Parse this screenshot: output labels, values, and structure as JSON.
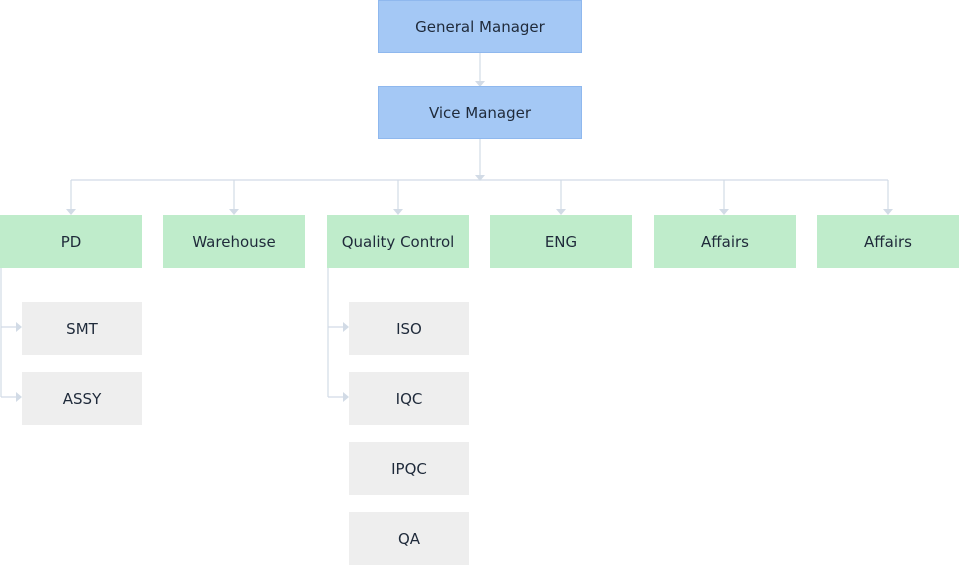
{
  "colors": {
    "level1_fill": "#a4c8f5",
    "level2_fill": "#bfeccb",
    "level3_fill": "#eeeeee",
    "connector": "#d2dbe6",
    "text": "#1f2a3a"
  },
  "chart": {
    "root": "General Manager",
    "vice": "Vice Manager",
    "departments": [
      {
        "name": "PD",
        "children": [
          "SMT",
          "ASSY"
        ]
      },
      {
        "name": "Warehouse",
        "children": []
      },
      {
        "name": "Quality Control",
        "children": [
          "ISO",
          "IQC",
          "IPQC",
          "QA"
        ]
      },
      {
        "name": "ENG",
        "children": []
      },
      {
        "name": "Affairs",
        "children": []
      },
      {
        "name": "Affairs",
        "children": []
      }
    ]
  }
}
